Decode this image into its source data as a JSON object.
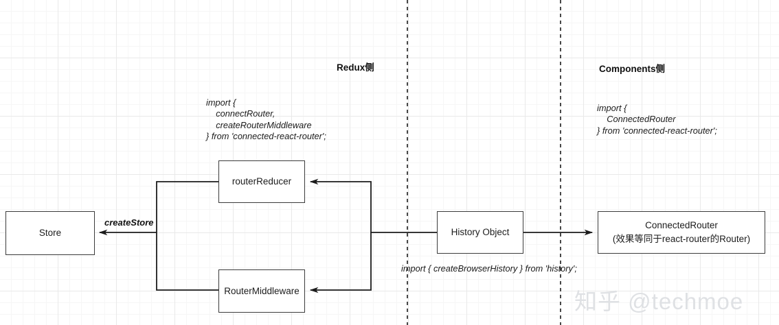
{
  "diagram": {
    "sections": [
      {
        "id": "redux",
        "title": "Redux侧"
      },
      {
        "id": "components",
        "title": "Components侧"
      }
    ],
    "code_notes": [
      {
        "id": "redux-import",
        "text": "import {\n    connectRouter,\n    createRouterMiddleware\n} from 'connected-react-router';"
      },
      {
        "id": "components-import",
        "text": "import {\n    ConnectedRouter\n} from 'connected-react-router';"
      }
    ],
    "nodes": [
      {
        "id": "store",
        "label": "Store",
        "sublabel": ""
      },
      {
        "id": "router-reducer",
        "label": "routerReducer",
        "sublabel": ""
      },
      {
        "id": "router-middleware",
        "label": "RouterMiddleware",
        "sublabel": ""
      },
      {
        "id": "history-object",
        "label": "History Object",
        "sublabel": ""
      },
      {
        "id": "connected-router",
        "label": "ConnectedRouter",
        "sublabel": "(效果等同于react-router的Router)"
      }
    ],
    "edge_labels": [
      {
        "id": "create-store",
        "text": "createStore"
      }
    ],
    "inline_notes": [
      {
        "id": "history-import",
        "text": "import { createBrowserHistory } from 'history';"
      }
    ],
    "watermark": "知乎 @techmoe",
    "colors": {
      "stroke": "#3a3a3a",
      "text": "#1b1b1b",
      "grid_minor": "#f6f6f6",
      "grid_major": "#e9e9e9",
      "watermark": "#dfe1e4"
    }
  }
}
